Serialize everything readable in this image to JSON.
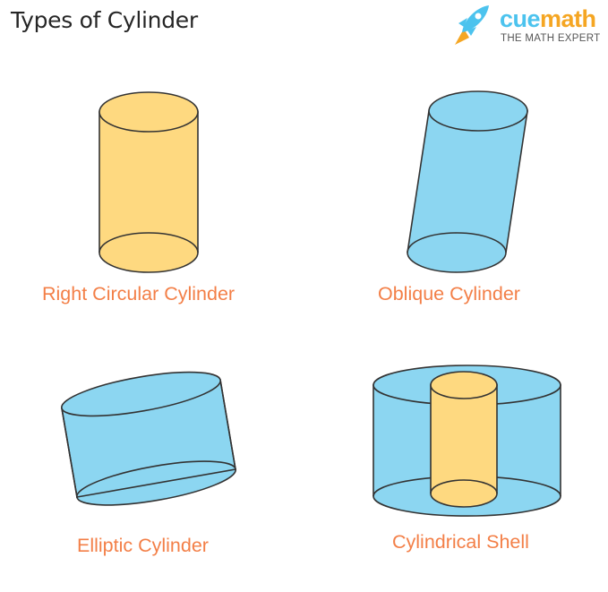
{
  "title": "Types of Cylinder",
  "logo": {
    "word_part1": "cue",
    "word_part2": "math",
    "tagline": "THE MATH EXPERT",
    "icon": "rocket-icon"
  },
  "labels": {
    "right_circular": "Right Circular Cylinder",
    "oblique": "Oblique Cylinder",
    "elliptic": "Elliptic Cylinder",
    "shell": "Cylindrical Shell"
  },
  "colors": {
    "yellow_fill": "#fed980",
    "blue_fill": "#8cd6f1",
    "outline": "#333333",
    "label_orange": "#f37f47",
    "title_dark": "#262626"
  }
}
